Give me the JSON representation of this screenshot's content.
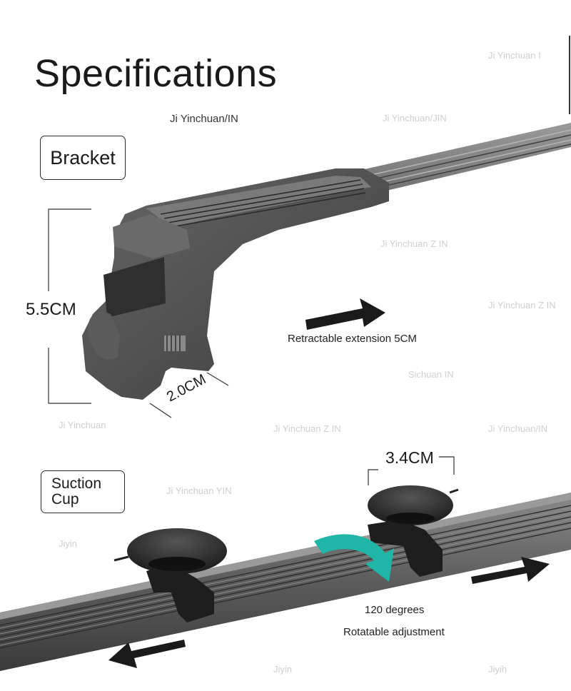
{
  "heading": "Specifications",
  "credit": "Ji Yinchuan/IN",
  "labels": {
    "bracket": "Bracket",
    "suction_line1": "Suction",
    "suction_line2": "Cup"
  },
  "dimensions": {
    "bracket_height": "5.5CM",
    "bracket_width": "2.0CM",
    "cup_width": "3.4CM"
  },
  "captions": {
    "extension": "Retractable extension 5CM",
    "degrees": "120 degrees",
    "rotate": "Rotatable adjustment"
  },
  "watermarks": [
    "Ji Yinchuan I",
    "Ji Yinchuan/JIN",
    "Ji Yinchuan Z IN",
    "Ji Yinchuan Z IN",
    "Sichuan IN",
    "Ji Yinchuan",
    "Ji Yinchuan Z IN",
    "Ji Yinchuan/IN",
    "Ji Yinchuan YIN",
    "Jiyin",
    "Jiyin",
    "Jiyih"
  ],
  "colors": {
    "product": "#4a4a4a",
    "rail": "#6e6e6e",
    "arrow": "#1a1a1a",
    "rotate_arrow": "#1fb6a8"
  }
}
